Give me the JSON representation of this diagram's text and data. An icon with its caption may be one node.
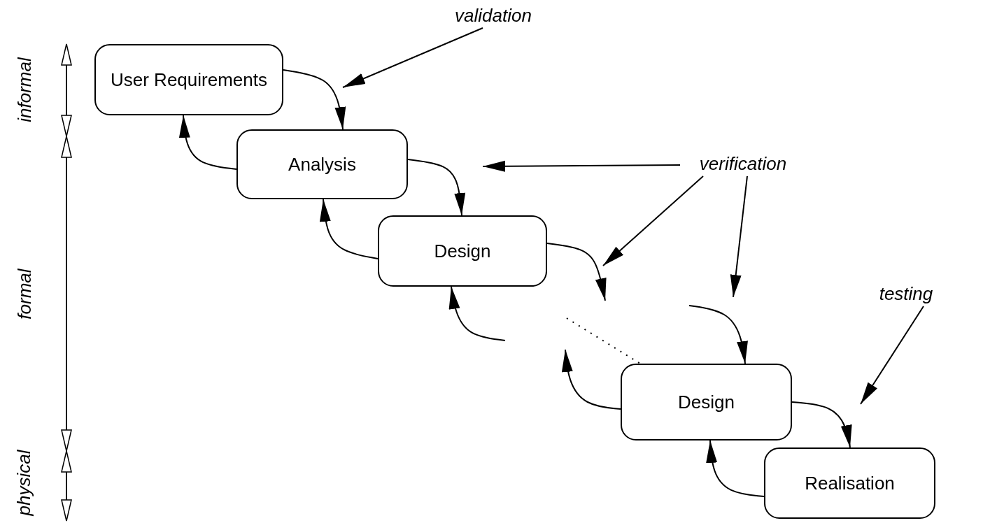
{
  "diagram": {
    "nodes": [
      {
        "text": [
          "User Requirements"
        ]
      },
      {
        "text": [
          "Analysis"
        ]
      },
      {
        "text": [
          "Design"
        ]
      },
      {
        "text": [
          "Design"
        ]
      },
      {
        "text": [
          "Realisation"
        ]
      },
      {
        "text": [
          "validation"
        ]
      },
      {
        "text": [
          "verification"
        ]
      },
      {
        "text": [
          "testing"
        ]
      }
    ],
    "edges": [
      {
        "from": 0,
        "to": 1,
        "arrow": "to"
      },
      {
        "from": 1,
        "to": 0,
        "arrow": "to"
      },
      {
        "from": 1,
        "to": 2,
        "arrow": "to"
      },
      {
        "from": 2,
        "to": 1,
        "arrow": "to"
      },
      {
        "from": 2,
        "to": null,
        "arrow": "to"
      },
      {
        "from": null,
        "to": 3,
        "arrow": "to"
      },
      {
        "from": 3,
        "to": null,
        "arrow": "to"
      },
      {
        "from": null,
        "to": 2,
        "arrow": "to"
      },
      {
        "from": 3,
        "to": 4,
        "arrow": "to"
      },
      {
        "from": 4,
        "to": 3,
        "arrow": "to"
      },
      {
        "from": 5,
        "to": null,
        "arrow": "to"
      },
      {
        "from": 6,
        "to": null,
        "arrow": "to"
      },
      {
        "from": 6,
        "to": null,
        "arrow": "to"
      },
      {
        "from": 6,
        "to": null,
        "arrow": "to"
      },
      {
        "from": 7,
        "to": null,
        "arrow": "to"
      }
    ],
    "labels": [
      "informal",
      "formal",
      "physical"
    ]
  }
}
